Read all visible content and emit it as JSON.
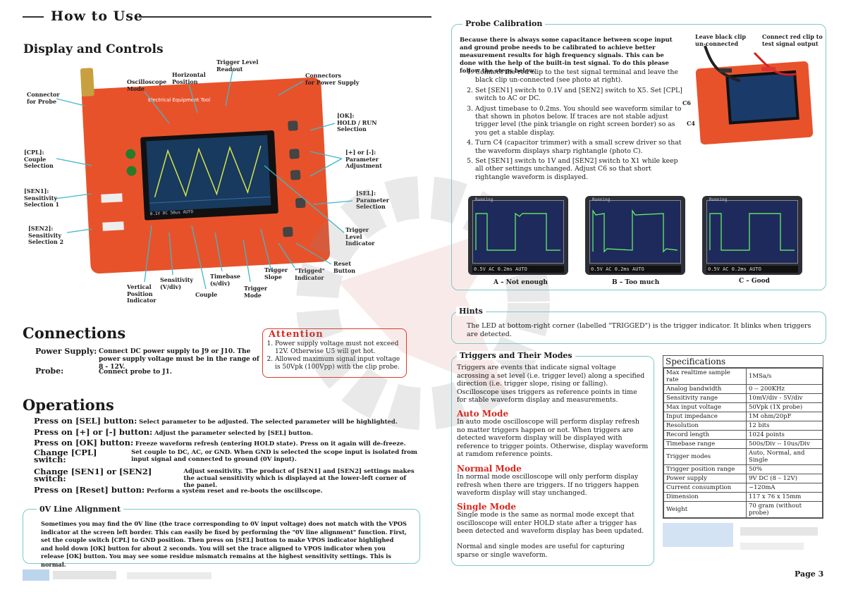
{
  "header": {
    "title": "How to Use"
  },
  "left": {
    "display_title": "Display and Controls",
    "subtitle_photo": "Electrical Equipment Tool",
    "callouts": {
      "connector_probe": "Connector\nfor Probe",
      "osc_mode": "Oscilloscope\nMode",
      "horiz_pos": "Horizontal\nPosition",
      "trig_readout": "Trigger Level\nReadout",
      "power_conn": "Connectors\nfor Power Supply",
      "ok": "[OK]:\nHOLD / RUN\nSelection",
      "pm": "[+] or [-]:\nParameter\nAdjustment",
      "sel": "[SEL]:\nParameter\nSelection",
      "trig_ind": "Trigger\nLevel\nIndicator",
      "reset": "Reset\nButton",
      "trigged": "\"Trigged\"\nIndicator",
      "trig_mode": "Trigger\nMode",
      "trig_slope": "Trigger\nSlope",
      "timebase": "Timebase\n(s/div)",
      "couple": "Couple",
      "sensitivity": "Sensitivity\n(V/div)",
      "vpos": "Vertical\nPosition\nIndicator",
      "cpl": "[CPL]:\nCouple\nSelection",
      "sen1": "[SEN1]:\nSensitivity\nSelection 1",
      "sen2": "[SEN2]:\nSensitivity\nSelection 2"
    },
    "connections_title": "Connections",
    "power_label": "Power Supply:",
    "power_text": "Connect DC power supply to J9 or J10. The power supply voltage must be in the range of 8 - 12V.",
    "probe_label": "Probe:",
    "probe_text": "Connect probe to J1.",
    "attention_title": "Attention",
    "attention_items": [
      "Power supply voltage must not exceed 12V. Otherwise U5 will get hot.",
      "Allowed maximum signal input voltage is 50Vpk (100Vpp) with the clip probe."
    ],
    "operations_title": "Operations",
    "operations": [
      {
        "key": "Press on [SEL] button:",
        "desc": "Select parameter to be adjusted. The selected parameter will be highlighted."
      },
      {
        "key": "Press on [+] or [-] button:",
        "desc": "Adjust the parameter selected by [SEL] button."
      },
      {
        "key": "Press on [OK] button:",
        "desc": "Freeze waveform refresh (entering HOLD state). Press on it again will de-freeze."
      },
      {
        "key": "Change [CPL] switch:",
        "desc": "Set couple to DC, AC, or GND. When GND is selected the scope input is isolated from input signal and connected to ground (0V input)."
      },
      {
        "key": "Change [SEN1] or [SEN2] switch:",
        "desc": "Adjust sensitivity. The product of [SEN1] and [SEN2] settings makes the actual sensitivity which is displayed at the lower-left corner of the panel."
      },
      {
        "key": "Press on [Reset] button:",
        "desc": "Perform a system reset and re-boots the oscillscope."
      }
    ],
    "zero_v_title": "0V Line Alignment",
    "zero_v_text": "Sometimes you may find the 0V line (the trace corresponding to 0V input voltage) does not match with the VPOS indicator at the screen left border. This can easily be fixed by performing the \"0V line alignment\" function. First, set the couple switch [CPL] to GND position. Then press on [SEL] button to make VPOS indicator highlighed and hold down [OK] button for about 2 seconds. You will set the trace aligned to VPOS indicator when you release [OK] button. You may see some residue mismatch remains at the highest sensitivity settings. This is normal."
  },
  "right": {
    "probe_cal_title": "Probe Calibration",
    "probe_cal_intro": "Because there is always some capacitance between scope input and ground probe needs to be calibrated to achieve better measurement results for high frequency signals. This can be done with the help of the built-in test signal. To do this please follow the steps below.",
    "steps": [
      "Connect the red clip to the test signal terminal and leave the black clip un-connected (see photo at right).",
      "Set [SEN1] switch to 0.1V and [SEN2] switch to X5. Set [CPL] switch to AC or DC.",
      "Adjust timebase to 0.2ms. You should see waveform similar to that shown in photos below. If traces are not stable adjust trigger level (the pink triangle on right screen border) so as you get a stable display.",
      "Turn C4 (capacitor trimmer) with a small screw driver so that the waveform displays sharp rightangle (photo C).",
      "Set [SEN1] switch to 1V and [SEN2] switch to X1 while keep all other settings unchanged. Adjust C6 so that short rightangle waveform is displayed."
    ],
    "photo_labels": {
      "black": "Leave black clip\nun-connected",
      "red": "Connect red clip to\ntest signal output",
      "c6": "C6",
      "c4": "C4"
    },
    "scope_captions": [
      "A – Not enough",
      "B – Too much",
      "C – Good"
    ],
    "scope_status": "Running",
    "scope_bar": "0.5V  AC   0.2ms   AUTO",
    "hints_title": "Hints",
    "hints_text": "The LED at bottom-right corner (labelled \"TRIGGED\") is the trigger indicator. It blinks when triggers are detected.",
    "triggers_title": "Triggers and Their Modes",
    "triggers_intro": "Triggers are events that indicate signal voltage acrossing a set level (i.e. trigger level)  along a specified direction (i.e. trigger slope, rising or falling). Oscilloscope uses triggers as reference points in time for stable waveform display and measurements.",
    "auto_title": "Auto Mode",
    "auto_text": "In auto mode oscilloscope will perform display refresh no matter triggers happen or not. When triggers are detected waveform display will be displayed with reference to trigger points. Otherwise, display waveform at ramdom reference points.",
    "normal_title": "Normal Mode",
    "normal_text": "In normal mode oscilloscope will only perform display refresh when there are triggers. If no triggers happen waveform display will stay unchanged.",
    "single_title": "Single Mode",
    "single_text": "Single mode is the same as normal mode except that oscilloscope will enter HOLD state after a trigger has been detected and waveform display has been updated.",
    "closing_text": "Normal and single modes are useful for capturing sparse or single waveform.",
    "specs_title": "Specifications",
    "specs": [
      [
        "Max realtime sample rate",
        "1MSa/s"
      ],
      [
        "Analog bandwidth",
        "0 -- 200KHz"
      ],
      [
        "Sensitivity range",
        "10mV/div - 5V/div"
      ],
      [
        "Max input voltage",
        "50Vpk (1X probe)"
      ],
      [
        "Input impedance",
        "1M ohm/20pF"
      ],
      [
        "Resolution",
        "12 bits"
      ],
      [
        "Record length",
        "1024 points"
      ],
      [
        "Timebase range",
        "500s/Div -- 10us/Div"
      ],
      [
        "Trigger modes",
        "Auto, Normal, and Single"
      ],
      [
        "Trigger position range",
        "50%"
      ],
      [
        "Power supply",
        "9V DC (8 – 12V)"
      ],
      [
        "Current consumption",
        "~120mA"
      ],
      [
        "Dimension",
        "117 x 76 x 15mm"
      ],
      [
        "Weight",
        "70 gram (without probe)"
      ]
    ],
    "page": "Page 3"
  }
}
